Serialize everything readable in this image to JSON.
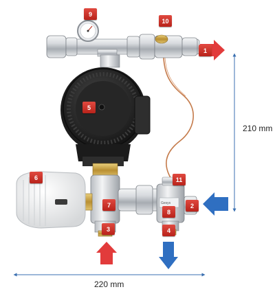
{
  "dimensions": {
    "height_label": "210 mm",
    "width_label": "220 mm"
  },
  "badges": [
    {
      "id": "1",
      "text": "1"
    },
    {
      "id": "2",
      "text": "2"
    },
    {
      "id": "3",
      "text": "3"
    },
    {
      "id": "4",
      "text": "4"
    },
    {
      "id": "5",
      "text": "5"
    },
    {
      "id": "6",
      "text": "6"
    },
    {
      "id": "7",
      "text": "7"
    },
    {
      "id": "8",
      "text": "8"
    },
    {
      "id": "9",
      "text": "9"
    },
    {
      "id": "10",
      "text": "10"
    },
    {
      "id": "11",
      "text": "11"
    }
  ],
  "colors": {
    "badge": "#c8322a",
    "arrow_red": "#e23b3b",
    "arrow_blue": "#2f6fc1",
    "dimension_line": "#3a6fb0",
    "brass": "#c9a54a",
    "chrome": "#c9ccd0",
    "pump": "#2b2b2b",
    "capillary": "#c47a4a"
  }
}
